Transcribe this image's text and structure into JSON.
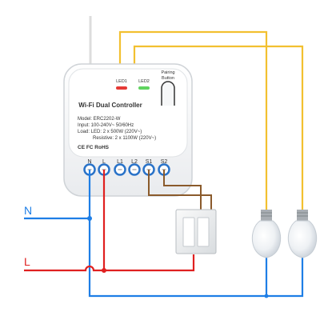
{
  "controller": {
    "title": "Wi-Fi Dual Controller",
    "model": "Model: ERC2202-W",
    "input": "Input: 100-240V~ 50/60Hz",
    "load_led": "Load: LED: 2 x 500W (220V~)",
    "load_resistive": "Resistive: 2 x 1100W (220V~)",
    "cert": "CE FC RoHS",
    "led1": "LED1",
    "led2": "LED2",
    "pairing_line1": "Pairing",
    "pairing_line2": "Button"
  },
  "terminals": [
    "N",
    "L",
    "L1",
    "L2",
    "S1",
    "S2"
  ],
  "supply": {
    "neutral": "N",
    "live": "L"
  },
  "colors": {
    "neutral": "#1e7ee6",
    "live": "#e02020",
    "lamp_wire": "#f2c030",
    "switch_wire": "#8a5a2b",
    "terminal": "#2a73c8",
    "led_red": "#e53935",
    "led_green": "#5fd35f"
  },
  "icons": [
    "switch-icon",
    "bulb-icon",
    "antenna-icon",
    "screw-terminal-icon"
  ]
}
